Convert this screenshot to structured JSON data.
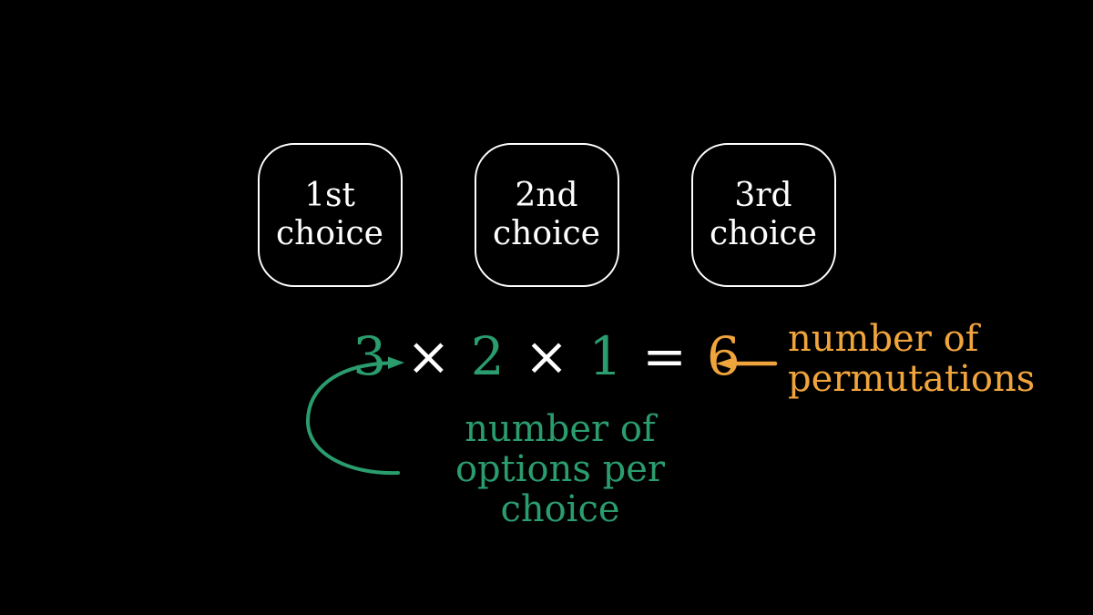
{
  "colors": {
    "background": "#000000",
    "white": "#ffffff",
    "green": "#2b9c6e",
    "orange": "#f0a43c"
  },
  "boxes": [
    {
      "line1": "1st",
      "line2": "choice"
    },
    {
      "line1": "2nd",
      "line2": "choice"
    },
    {
      "line1": "3rd",
      "line2": "choice"
    }
  ],
  "equation": {
    "tokens": [
      {
        "text": "3",
        "color": "green"
      },
      {
        "text": "×",
        "color": "white"
      },
      {
        "text": "2",
        "color": "green"
      },
      {
        "text": "×",
        "color": "white"
      },
      {
        "text": "1",
        "color": "green"
      },
      {
        "text": "=",
        "color": "white"
      },
      {
        "text": "6",
        "color": "orange"
      }
    ]
  },
  "annotations": {
    "permutations": {
      "line1": "number of",
      "line2": "permutations"
    },
    "options": {
      "line1": "number of",
      "line2": "options per choice"
    }
  }
}
